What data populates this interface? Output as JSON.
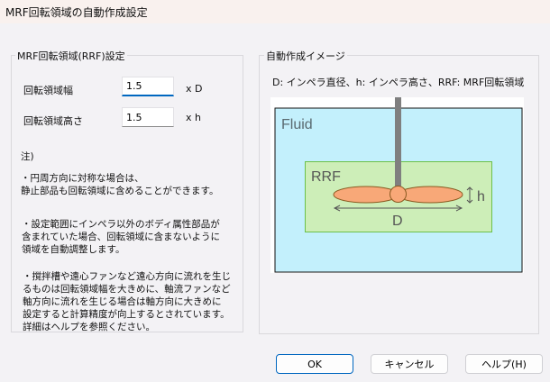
{
  "window": {
    "title": "MRF回転領域の自動作成設定"
  },
  "settings": {
    "group_title": "MRF回転領域(RRF)設定",
    "width_label": "回転領域幅",
    "width_value": "1.5",
    "width_unit": "x D",
    "height_label": "回転領域高さ",
    "height_value": "1.5",
    "height_unit": "x h",
    "note_title": "注)",
    "notes": [
      "・円周方向に対称な場合は、\n静止部品も回転領域に含めることができます。",
      "・設定範囲にインペラ以外のボディ属性部品が\n含まれていた場合、回転領域に含まないように\n領域を自動調整します。",
      "・撹拌槽や遠心ファンなど遠心方向に流れを生じ\nるものは回転領域幅を大きめに、軸流ファンなど\n軸方向に流れを生じる場合は軸方向に大きめに\n設定すると計算精度が向上するとされています。\n詳細はヘルプを参照ください。"
    ]
  },
  "image": {
    "group_title": "自動作成イメージ",
    "legend": "D: インペラ直径、h: インペラ高さ、RRF: MRF回転領域",
    "fluid_label": "Fluid",
    "rrf_label": "RRF",
    "d_label": "D",
    "h_label": "h",
    "colors": {
      "fluid": "#c3f0fc",
      "rrf": "#cdeeb8",
      "impeller": "#f8a878",
      "shaft": "#7f7f7f"
    }
  },
  "buttons": {
    "ok": "OK",
    "cancel": "キャンセル",
    "help": "ヘルプ(H)"
  }
}
